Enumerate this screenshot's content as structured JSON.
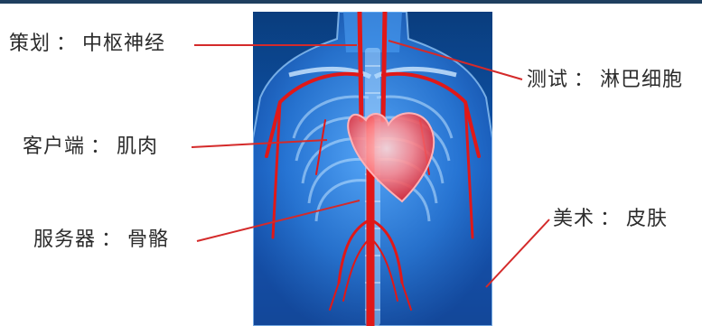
{
  "labels": {
    "design": {
      "role": "策划",
      "organ": "中枢神经"
    },
    "test": {
      "role": "测试",
      "organ": "淋巴细胞"
    },
    "client": {
      "role": "客户端",
      "organ": "肌肉"
    },
    "server": {
      "role": "服务器",
      "organ": "骨骼"
    },
    "art": {
      "role": "美术",
      "organ": "皮肤"
    }
  },
  "separator": "：",
  "colors": {
    "top_bar": "#1f3f5f",
    "leader_line": "#d42a2a",
    "label_text": "#2c2c2c",
    "body_blue": "#2f7fe0",
    "vessel_red": "#e01818",
    "heart": "#ff6d73"
  }
}
